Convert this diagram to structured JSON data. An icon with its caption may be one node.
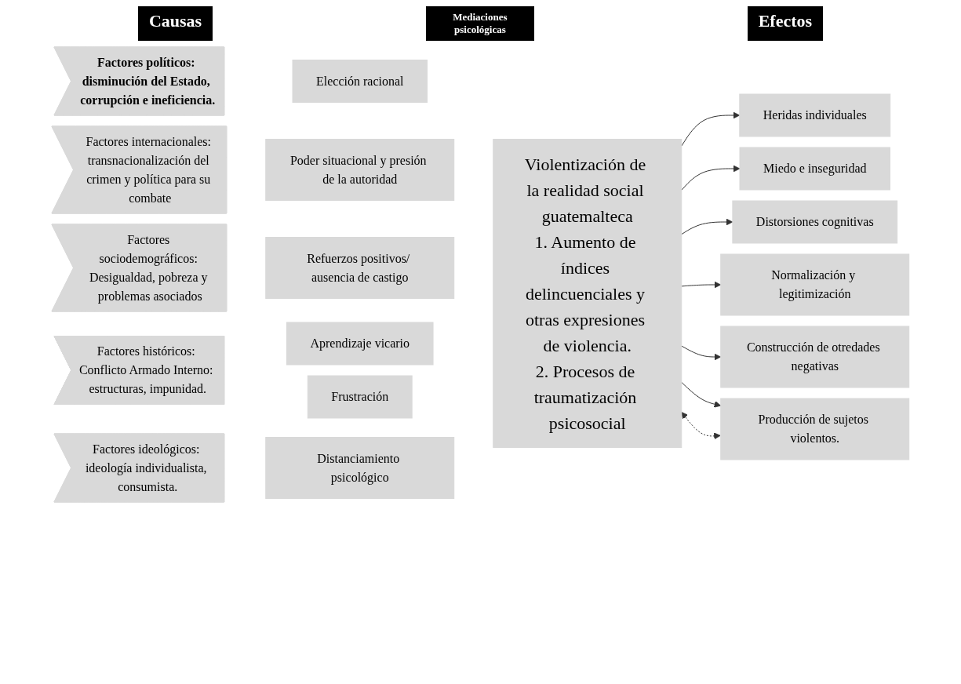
{
  "diagram": {
    "nodes": [
      {
        "text": [
          "Factores políticos: disminución del Estado, corrupción e ineficiencia."
        ]
      },
      {
        "text": [
          "Factores internacionales: transnacionalización del crimen y política para su combate"
        ]
      },
      {
        "text": [
          "Factores sociodemográficos: Desigualdad, pobreza y problemas asociados"
        ]
      },
      {
        "text": [
          "Factores históricos: Conflicto Armado Interno: estructuras, impunidad."
        ]
      },
      {
        "text": [
          "Factores ideológicos: ideología individualista, consumista."
        ]
      },
      {
        "text": [
          "Elección racional"
        ]
      },
      {
        "text": [
          "Poder situacional y presión de la autoridad"
        ]
      },
      {
        "text": [
          "Refuerzos positivos/ ausencia de castigo"
        ]
      },
      {
        "text": [
          "Aprendizaje vicario"
        ]
      },
      {
        "text": [
          "Frustración"
        ]
      },
      {
        "text": [
          "Distanciamiento psicológico"
        ]
      },
      {
        "text": [
          "Violentización de la realidad social guatemalteca",
          "1. Aumento de índices delincuenciales y otras expresiones de violencia.",
          "2. Procesos de traumatización psicosocial"
        ]
      },
      {
        "text": [
          "Heridas individuales"
        ]
      },
      {
        "text": [
          "Miedo e inseguridad"
        ]
      },
      {
        "text": [
          "Distorsiones cognitivas"
        ]
      },
      {
        "text": [
          "Normalización y legitimización"
        ]
      },
      {
        "text": [
          "Construcción de otredades negativas"
        ]
      },
      {
        "text": [
          "Producción de sujetos violentos."
        ]
      }
    ],
    "edges": [
      {
        "from": 11,
        "to": 12,
        "arrow": "to"
      },
      {
        "from": 11,
        "to": 13,
        "arrow": "to"
      },
      {
        "from": 11,
        "to": 14,
        "arrow": "to"
      },
      {
        "from": 11,
        "to": 15,
        "arrow": "to"
      },
      {
        "from": 11,
        "to": 16,
        "arrow": "to"
      },
      {
        "from": 11,
        "to": 17,
        "arrow": "to"
      },
      {
        "from": 17,
        "to": 11,
        "arrow": "both",
        "style": "dashed"
      }
    ],
    "labels": [
      "Causas",
      "Mediaciones psicológicas",
      "Efectos"
    ]
  }
}
